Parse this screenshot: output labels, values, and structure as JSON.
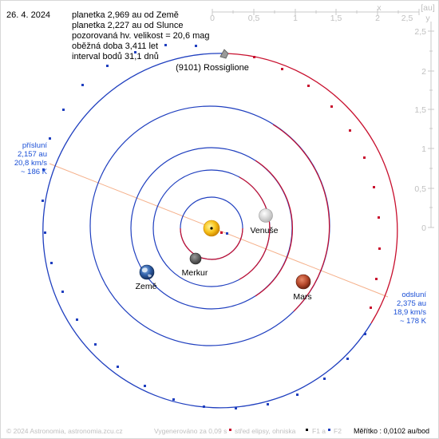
{
  "header": {
    "date": "26. 4. 2024",
    "info_lines": [
      "planetka 2,969 au od Země",
      "planetka 2,227 au od Slunce",
      "pozorovaná hv. velikost = 20,6 mag",
      "oběžná doba 3,411 let",
      "interval bodů 31,1 dnů"
    ]
  },
  "asteroid": {
    "name": "(9101) Rossiglione"
  },
  "perihelion": {
    "label": "přísluní",
    "distance": "2,157 au",
    "speed": "20,8 km/s",
    "temperature": "~ 186 K",
    "color": "#1a4fd6"
  },
  "aphelion": {
    "label": "odsluní",
    "distance": "2,375 au",
    "speed": "18,9 km/s",
    "temperature": "~ 178 K",
    "color": "#1a4fd6"
  },
  "planets": {
    "venus": "Venuše",
    "mercury": "Merkur",
    "earth": "Země",
    "mars": "Mars"
  },
  "scale": {
    "unit": "[au]",
    "x_axis_label": "x",
    "y_axis_label": "y",
    "x_ticks": [
      "0",
      "0,5",
      "1",
      "1,5",
      "2",
      "2,5"
    ],
    "y_ticks": [
      "2,5",
      "2",
      "1,5",
      "1",
      "0,5",
      "0"
    ]
  },
  "footer": {
    "copyright": "© 2024 Astronomia, astronomia.zcu.cz",
    "generated": "Vygenerováno za 0,09 s",
    "legend_center": "střed elipsy, ohniska",
    "legend_f1": "F1 a",
    "legend_f2": "F2",
    "scale_text": "Měřítko : 0,0102 au/bod"
  },
  "colors": {
    "orbit_blue": "#1f3fbf",
    "orbit_red": "#c8102e",
    "apsis_line": "#f5b08a",
    "sun": "#f7c21a",
    "footer_gray": "#c0c0c0"
  }
}
